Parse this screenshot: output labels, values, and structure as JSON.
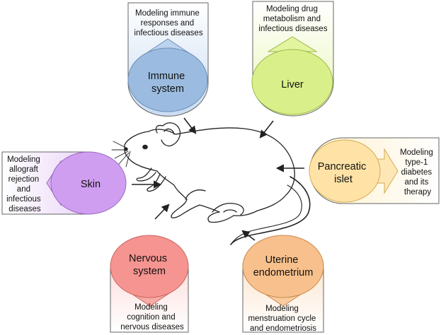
{
  "colors": {
    "immune": "#9bbce0",
    "liver": "#d9f08a",
    "pancreatic": "#ffe3a6",
    "skin": "#cf9ef0",
    "nervous": "#f59490",
    "uterine": "#f8c08c",
    "arrow": "#222222",
    "outline": "#555555"
  },
  "organs": {
    "immune": {
      "name": [
        "Immune",
        "system"
      ],
      "description": [
        "Modeling immune",
        "responses and",
        "infectious diseases"
      ]
    },
    "liver": {
      "name": [
        "Liver"
      ],
      "description": [
        "Modeling drug",
        "metabolism and",
        "infectious diseases"
      ]
    },
    "pancreatic": {
      "name": [
        "Pancreatic",
        "islet"
      ],
      "description": [
        "Modeling",
        "type-1",
        "diabetes",
        "and  its",
        "therapy"
      ]
    },
    "skin": {
      "name": [
        "Skin"
      ],
      "description": [
        "Modeling",
        "allograft",
        "rejection",
        "and",
        "infectious",
        "diseases"
      ]
    },
    "nervous": {
      "name": [
        "Nervous",
        "system"
      ],
      "description": [
        "Modeling",
        "cognition and",
        "nervous diseases"
      ]
    },
    "uterine": {
      "name": [
        "Uterine",
        "endometrium"
      ],
      "description": [
        "Modeling",
        "menstruation cycle",
        "and endometriosis"
      ]
    }
  }
}
